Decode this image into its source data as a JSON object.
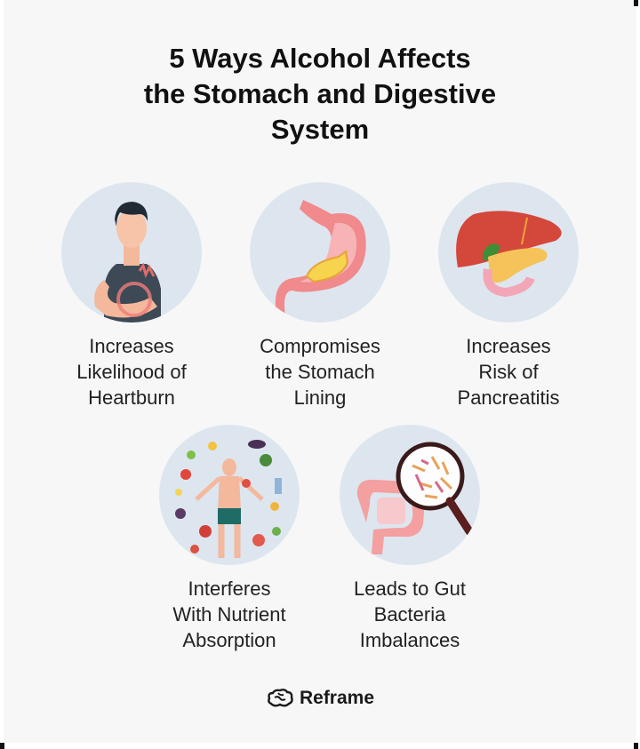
{
  "title": {
    "line1": "5 Ways Alcohol Affects",
    "line2": "the Stomach and Digestive",
    "line3": "System"
  },
  "items": [
    {
      "icon": "heartburn-person-icon",
      "lines": [
        "Increases",
        "Likelihood of",
        "Heartburn"
      ]
    },
    {
      "icon": "stomach-icon",
      "lines": [
        "Compromises",
        "the Stomach",
        "Lining"
      ]
    },
    {
      "icon": "liver-pancreas-icon",
      "lines": [
        "Increases",
        "Risk of",
        "Pancreatitis"
      ]
    },
    {
      "icon": "nutrients-person-icon",
      "lines": [
        "Interferes",
        "With Nutrient",
        "Absorption"
      ]
    },
    {
      "icon": "gut-bacteria-magnifier-icon",
      "lines": [
        "Leads to Gut",
        "Bacteria",
        "Imbalances"
      ]
    }
  ],
  "brand": {
    "icon": "brain-logo-icon",
    "name": "Reframe"
  },
  "colors": {
    "circle_bg": "#dde6ef",
    "background": "#f7f7f7",
    "text": "#111111"
  }
}
